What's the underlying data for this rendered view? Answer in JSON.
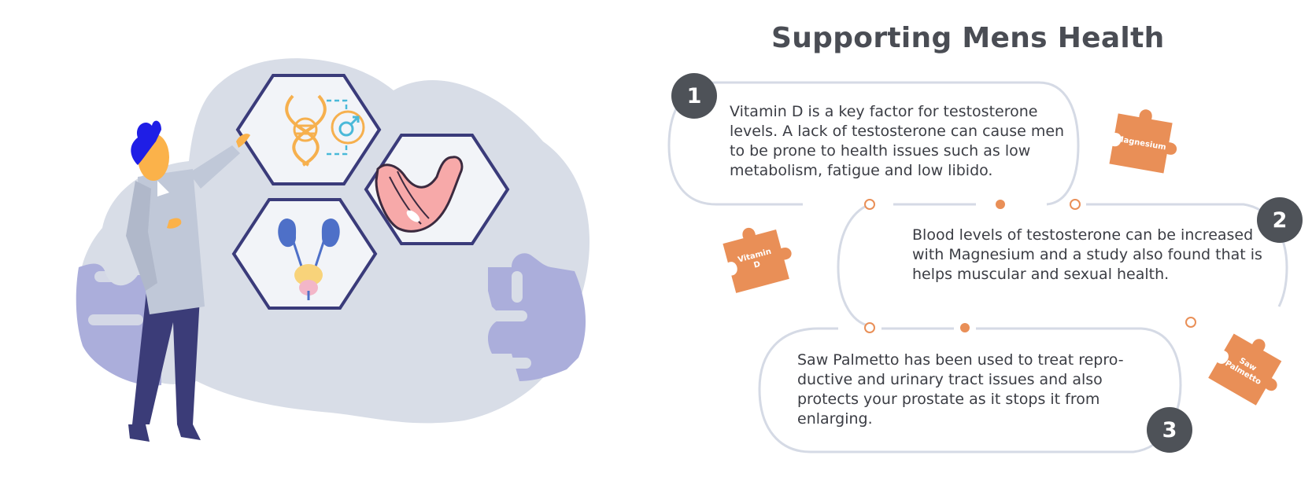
{
  "title": "Supporting Mens Health",
  "steps": [
    {
      "number": "1",
      "text": "Vitamin D is a key factor for testosterone levels. A lack of testosterone can cause men to be prone to health issues such as low metabolism, fatigue and low libido."
    },
    {
      "number": "2",
      "text": "Blood levels of testosterone can be increased with Magnesium and a study also found that is helps muscular and sexual health."
    },
    {
      "number": "3",
      "text": "Saw Palmetto has been used to treat repro-ductive and urinary tract issues and also protects your prostate as it stops it from enlarging."
    }
  ],
  "puzzles": {
    "magnesium": "Magnesium",
    "vitamin_d_line1": "Vitamin",
    "vitamin_d_line2": "D",
    "saw_line1": "Saw",
    "saw_line2": "Palmetto"
  },
  "colors": {
    "accent": "#e98f57",
    "number_badge": "#4e5258",
    "path_line": "#d5dae5",
    "blob": "#d8dde7",
    "puzzle_purple": "#abaedb",
    "hex_border": "#3a3b7a",
    "suit": "#3b3c78",
    "skin": "#fbb24a",
    "hair": "#1f1ee6"
  },
  "icons": [
    "dna-gender-icon",
    "flexed-arm-muscle-icon",
    "kidney-bladder-icon"
  ]
}
